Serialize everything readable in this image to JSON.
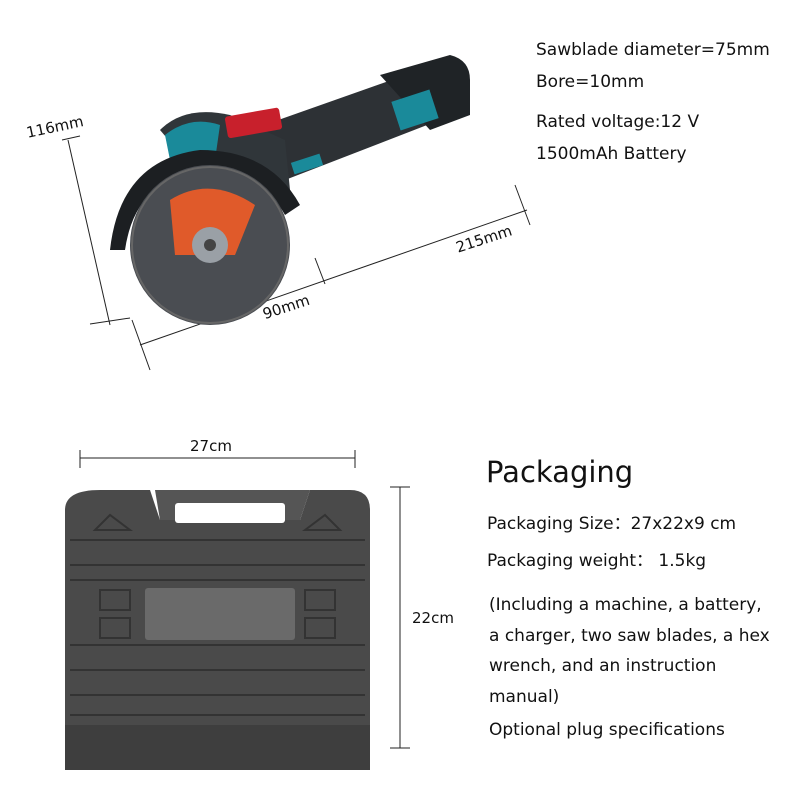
{
  "product": {
    "specs": [
      "Sawblade diameter=75mm",
      "Bore=10mm",
      "Rated voltage:12 V",
      "1500mAh Battery"
    ],
    "dimensions": {
      "height": "116mm",
      "length": "215mm",
      "blade_offset": "90mm"
    },
    "colors": {
      "body": "#2d3135",
      "accent": "#1a8a9a",
      "switch": "#c8202c",
      "blade": "#e05a2a"
    }
  },
  "packaging": {
    "title": "Packaging",
    "size": "Packaging Size：27x22x9 cm",
    "weight": "Packaging weight： 1.5kg",
    "contents_lines": [
      "(Including a machine, a battery,",
      "a charger, two saw blades, a hex",
      "wrench, and an instruction",
      "manual)"
    ],
    "note": "Optional plug specifications",
    "dimensions": {
      "width": "27cm",
      "height": "22cm"
    }
  }
}
